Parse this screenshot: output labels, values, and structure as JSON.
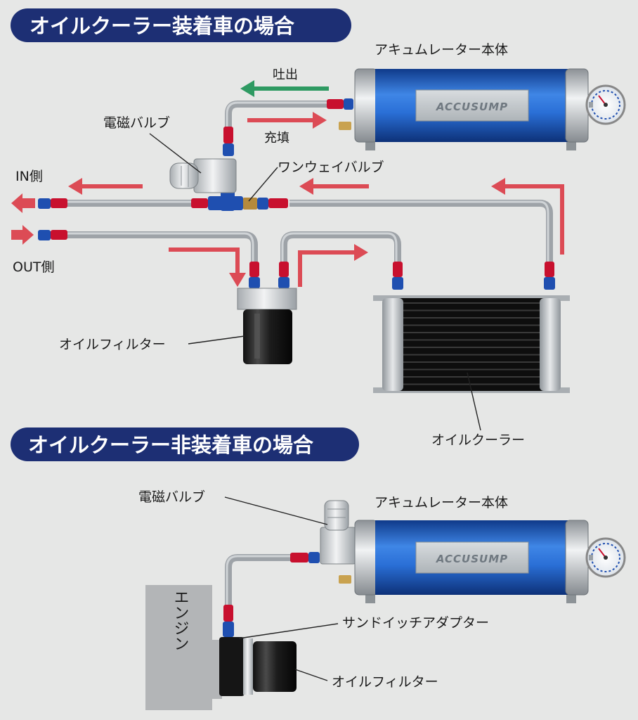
{
  "sections": {
    "with_cooler": {
      "title": "オイルクーラー装着車の場合",
      "labels": {
        "accumulator": "アキュムレーター本体",
        "discharge": "吐出",
        "charge": "充填",
        "solenoid_valve": "電磁バルブ",
        "one_way_valve": "ワンウェイバルブ",
        "in_side": "IN側",
        "out_side": "OUT側",
        "oil_filter": "オイルフィルター",
        "oil_cooler": "オイルクーラー"
      }
    },
    "without_cooler": {
      "title": "オイルクーラー非装着車の場合",
      "labels": {
        "solenoid_valve": "電磁バルブ",
        "accumulator": "アキュムレーター本体",
        "sandwich_adapter": "サンドイッチアダプター",
        "engine": "エンジン",
        "oil_filter": "オイルフィルター"
      }
    }
  },
  "product": {
    "brand": "ACCUSUMP"
  },
  "colors": {
    "title_banner": "#1d2f74",
    "accumulator_blue": "#1f5fc4",
    "arrow_red": "#dc4b55",
    "arrow_green": "#2e9a62",
    "fitting_red": "#c8102e",
    "fitting_blue": "#1f4fb0"
  }
}
